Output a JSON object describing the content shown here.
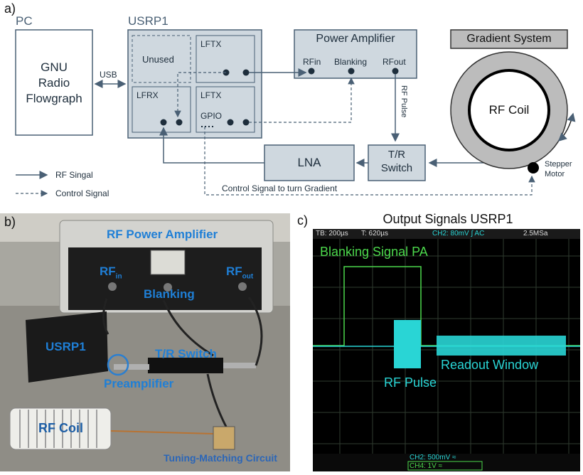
{
  "panel_a": {
    "label": "a)",
    "pc": {
      "title": "PC",
      "box_lines": [
        "GNU",
        "Radio",
        "Flowgraph"
      ]
    },
    "usb_label": "USB",
    "usrp": {
      "title": "USRP1",
      "unused": "Unused",
      "lftx_top": "LFTX",
      "lfrx": "LFRX",
      "lftx_bottom": "LFTX",
      "gpio": "GPIO"
    },
    "power_amp": {
      "title": "Power Amplifier",
      "rfin": "RFin",
      "blanking": "Blanking",
      "rfout": "RFout"
    },
    "rf_pulse": "RF Pulse",
    "tr_switch_lines": [
      "T/R",
      "Switch"
    ],
    "lna": "LNA",
    "gradient_title": "Gradient System",
    "rf_coil": "RF Coil",
    "stepper_lines": [
      "Stepper",
      "Motor"
    ],
    "control_signal_text": "Control Signal to turn Gradient",
    "legend": {
      "rf": "RF Singal",
      "control": "Control Signal"
    }
  },
  "panel_b": {
    "label": "b)",
    "rf_power_amplifier": "RF Power Amplifier",
    "rf_in_main": "RF",
    "rf_in_sub": "in",
    "rf_out_main": "RF",
    "rf_out_sub": "out",
    "blanking": "Blanking",
    "usrp1": "USRP1",
    "tr_switch": "T/R Switch",
    "preamplifier": "Preamplifier",
    "rf_coil": "RF Coil",
    "tuning": "Tuning-Matching Circuit"
  },
  "panel_c": {
    "label": "c)",
    "title": "Output Signals USRP1",
    "status_tb": "TB: 200µs",
    "status_t": "T: 620µs",
    "status_ch2": "CH2: 80mV ∫ AC",
    "status_rate": "2.5MSa",
    "blanking_label": "Blanking Signal PA",
    "rf_pulse_label": "RF Pulse",
    "readout_label": "Readout Window",
    "ch2_scale": "CH2: 500mV ≈",
    "ch4_scale": "CH4: 1V ≈"
  }
}
